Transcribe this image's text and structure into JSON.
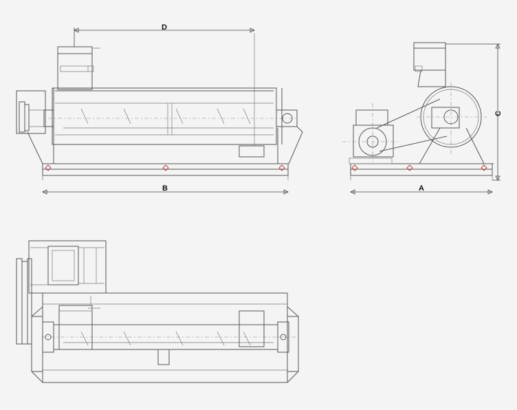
{
  "dimensions": {
    "a_label": "A",
    "b_label": "B",
    "c_label": "C",
    "d_label": "D"
  },
  "colors": {
    "background": "#f4f4f4",
    "line": "#555555",
    "accent": "#bb3333"
  }
}
